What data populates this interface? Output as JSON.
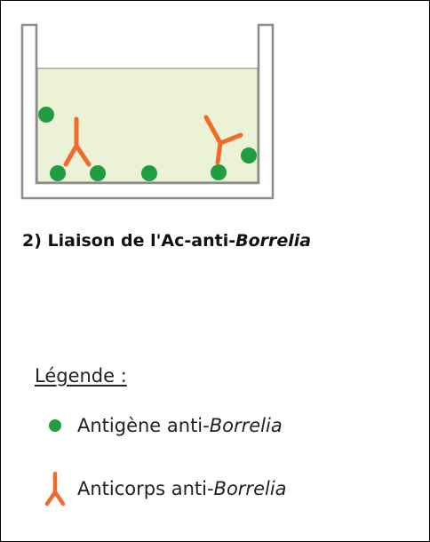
{
  "diagram": {
    "step_number": "2)",
    "step_title_plain": " Liaison de l'Ac-anti-",
    "step_title_italic": "Borrelia",
    "colors": {
      "liquid": "#ECF2D6",
      "well_wall": "#8C8C8C",
      "antigen": "#1E9E3F",
      "antibody": "#F26A2B"
    }
  },
  "legend": {
    "heading": "Légende :",
    "items": [
      {
        "symbol": "antigen-dot-icon",
        "label_plain": "Antigène anti-",
        "label_italic": "Borrelia"
      },
      {
        "symbol": "antibody-y-icon",
        "label_plain": "Anticorps anti-",
        "label_italic": "Borrelia"
      }
    ]
  }
}
